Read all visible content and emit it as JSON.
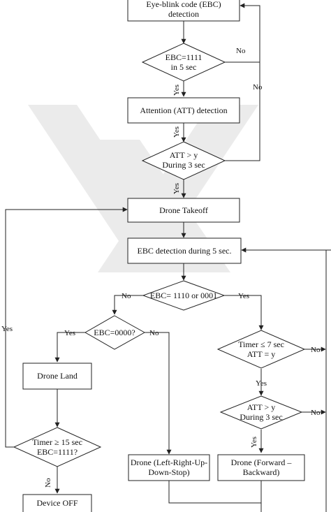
{
  "colors": {
    "stroke": "#222222",
    "background": "#ffffff",
    "watermark": "#ebebeb"
  },
  "nodes": {
    "ebc_detection": [
      "Eye-blink code (EBC)",
      "detection"
    ],
    "ebc_1111": [
      "EBC=1111",
      "in 5 sec"
    ],
    "att_detection": [
      "Attention (ATT) detection"
    ],
    "att_y_3s": [
      "ATT > y",
      "During 3 sec"
    ],
    "drone_takeoff": [
      "Drone Takeoff"
    ],
    "ebc_5sec": [
      "EBC detection during 5 sec."
    ],
    "ebc_1110_0001": [
      "EBC= 1110 or 0001"
    ],
    "ebc_0000": [
      "EBC=0000?"
    ],
    "drone_land": [
      "Drone Land"
    ],
    "timer_15": [
      "Timer ≥ 15 sec",
      "EBC=1111?"
    ],
    "device_off": [
      "Device OFF"
    ],
    "timer_7": [
      "Timer ≤  7 sec",
      "ATT = y"
    ],
    "att_y_3s_b": [
      "ATT > y",
      "During 3 sec"
    ],
    "drone_lrud": [
      "Drone (Left-Right-Up-",
      "Down-Stop)"
    ],
    "drone_fb": [
      "Drone (Forward –",
      "Backward)"
    ]
  },
  "edge_labels": {
    "no_ebc1111": "No",
    "yes_ebc1111": "Yes",
    "no_att_side": "No",
    "yes_att": "Yes",
    "yes_att_takeoff": "Yes",
    "no_ebc1110": "No",
    "yes_ebc1110": "Yes",
    "yes_ebc0000": "Yes",
    "no_ebc0000": "No",
    "yes_loop_takeoff": "Yes",
    "no_timer15": "No",
    "no_timer7": "No",
    "yes_timer7": "Yes",
    "no_att_b": "No",
    "yes_att_b": "Yes"
  }
}
